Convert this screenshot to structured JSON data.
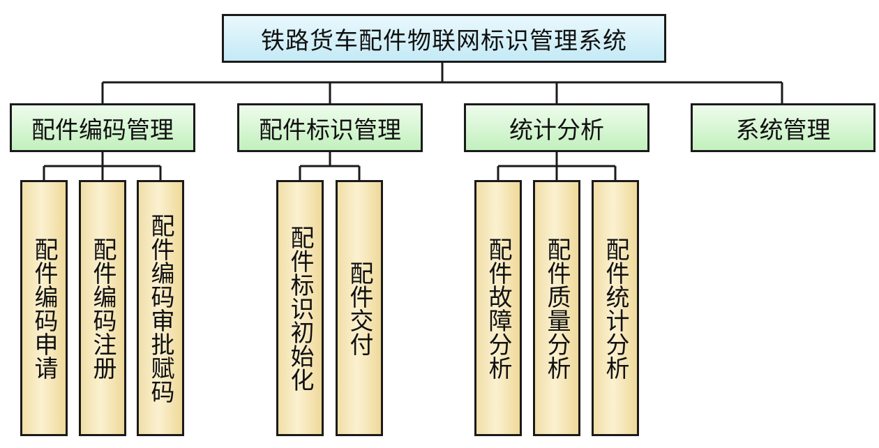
{
  "root": {
    "label": "铁路货车配件物联网标识管理系统"
  },
  "modules": [
    {
      "label": "配件编码管理",
      "children": [
        {
          "label": "配件编码申请"
        },
        {
          "label": "配件编码注册"
        },
        {
          "label": "配件编码审批赋码"
        }
      ]
    },
    {
      "label": "配件标识管理",
      "children": [
        {
          "label": "配件标识初始化"
        },
        {
          "label": "配件交付"
        }
      ]
    },
    {
      "label": "统计分析",
      "children": [
        {
          "label": "配件故障分析"
        },
        {
          "label": "配件质量分析"
        },
        {
          "label": "配件统计分析"
        }
      ]
    },
    {
      "label": "系统管理",
      "children": []
    }
  ]
}
